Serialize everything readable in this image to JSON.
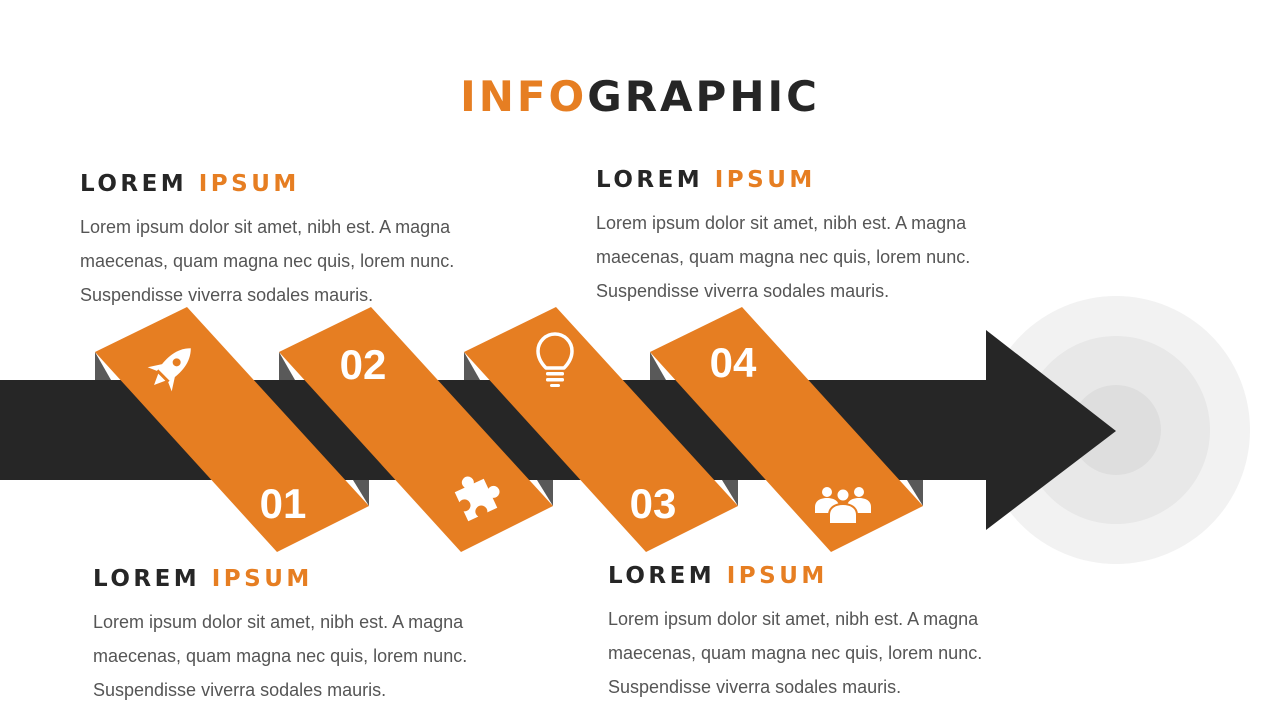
{
  "title": {
    "part1": "INFO",
    "part2": "GRAPHIC"
  },
  "colors": {
    "accent": "#E67E22",
    "dark": "#262626",
    "shadow": "#595959",
    "text": "#555555",
    "target_outer": "#F2F2F2",
    "target_mid": "#E8E8E8",
    "target_inner": "#DEDEDE"
  },
  "blocks": [
    {
      "heading_dark": "LOREM",
      "heading_accent": "IPSUM",
      "line1": "Lorem ipsum dolor sit amet, nibh est. A magna",
      "line2": "maecenas, quam magna nec quis, lorem nunc.",
      "line3": "Suspendisse viverra sodales mauris."
    },
    {
      "heading_dark": "LOREM",
      "heading_accent": "IPSUM",
      "line1": "Lorem ipsum dolor sit amet, nibh est. A magna",
      "line2": "maecenas, quam magna nec quis, lorem nunc.",
      "line3": "Suspendisse viverra sodales mauris."
    },
    {
      "heading_dark": "LOREM",
      "heading_accent": "IPSUM",
      "line1": "Lorem ipsum dolor sit amet, nibh est. A magna",
      "line2": "maecenas, quam magna nec quis, lorem nunc.",
      "line3": "Suspendisse viverra sodales mauris."
    },
    {
      "heading_dark": "LOREM",
      "heading_accent": "IPSUM",
      "line1": "Lorem ipsum dolor sit amet, nibh est. A magna",
      "line2": "maecenas, quam magna nec quis, lorem nunc.",
      "line3": "Suspendisse viverra sodales mauris."
    }
  ],
  "steps": [
    {
      "number": "01",
      "icon": "rocket-icon"
    },
    {
      "number": "02",
      "icon": "puzzle-icon"
    },
    {
      "number": "03",
      "icon": "lightbulb-icon"
    },
    {
      "number": "04",
      "icon": "people-icon"
    }
  ]
}
